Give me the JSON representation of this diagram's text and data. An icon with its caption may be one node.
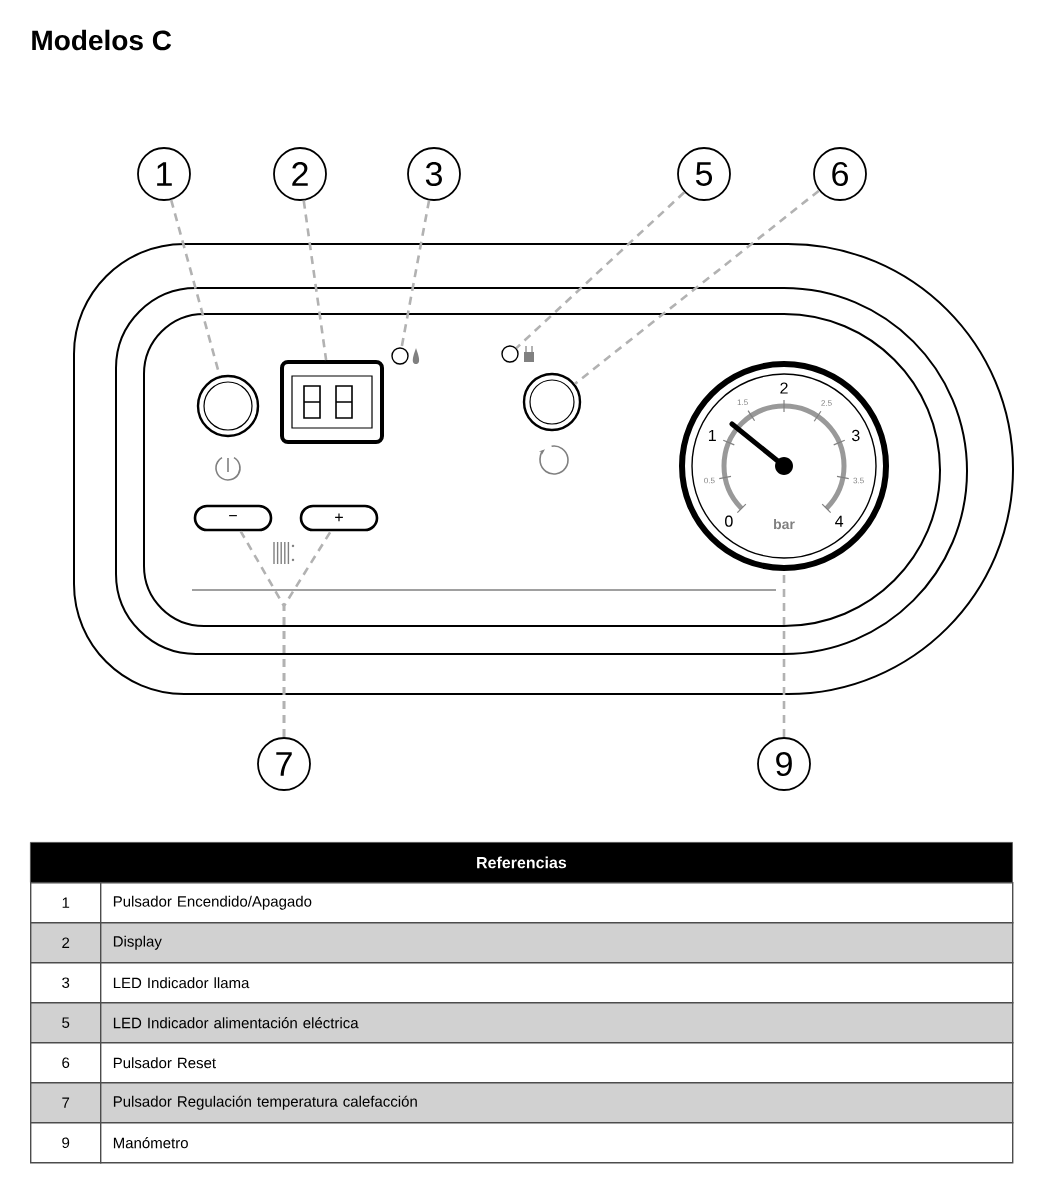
{
  "diagram": {
    "title": "Modelos C",
    "nodes": [
      {
        "text": [
          "1"
        ]
      },
      {
        "text": [
          "2"
        ]
      },
      {
        "text": [
          "3"
        ]
      },
      {
        "text": [
          "5"
        ]
      },
      {
        "text": [
          "6"
        ]
      },
      {
        "text": [],
        "shape": "circle"
      },
      {
        "text": [],
        "shape": "box"
      },
      {
        "text": [],
        "shape": "circle"
      },
      {
        "text": [],
        "shape": "circle"
      },
      {
        "text": [],
        "shape": "circle"
      },
      {
        "text": [
          "−"
        ]
      },
      {
        "text": [
          "+"
        ]
      },
      {
        "text": [
          "2",
          "1.5",
          "2.5",
          "1",
          "3",
          "0.5",
          "3.5",
          "0",
          "bar",
          "4"
        ]
      },
      {
        "text": [
          "7"
        ]
      },
      {
        "text": [
          "9"
        ]
      }
    ],
    "edges": [
      {
        "from": 0,
        "to": 5,
        "arrow": "none",
        "style": "dashed"
      },
      {
        "from": 1,
        "to": 6,
        "arrow": "none",
        "style": "dashed"
      },
      {
        "from": 2,
        "to": 7,
        "arrow": "none",
        "style": "dashed"
      },
      {
        "from": 3,
        "to": 8,
        "arrow": "none",
        "style": "dashed"
      },
      {
        "from": 4,
        "to": 9,
        "arrow": "none",
        "style": "dashed"
      },
      {
        "from": 13,
        "to": 10,
        "arrow": "none",
        "style": "dashed"
      },
      {
        "from": 13,
        "to": 11,
        "arrow": "none",
        "style": "dashed"
      },
      {
        "from": 14,
        "to": 12,
        "arrow": "none",
        "style": "dashed"
      }
    ],
    "labels": [
      "Referencias",
      "1",
      "Pulsador Encendido/Apagado",
      "2",
      "Display",
      "3",
      "LED Indicador llama",
      "5",
      "LED Indicador alimentación eléctrica",
      "6",
      "Pulsador Reset",
      "7",
      "Pulsador Regulación temperatura calefacción",
      "9",
      "Manómetro"
    ]
  }
}
